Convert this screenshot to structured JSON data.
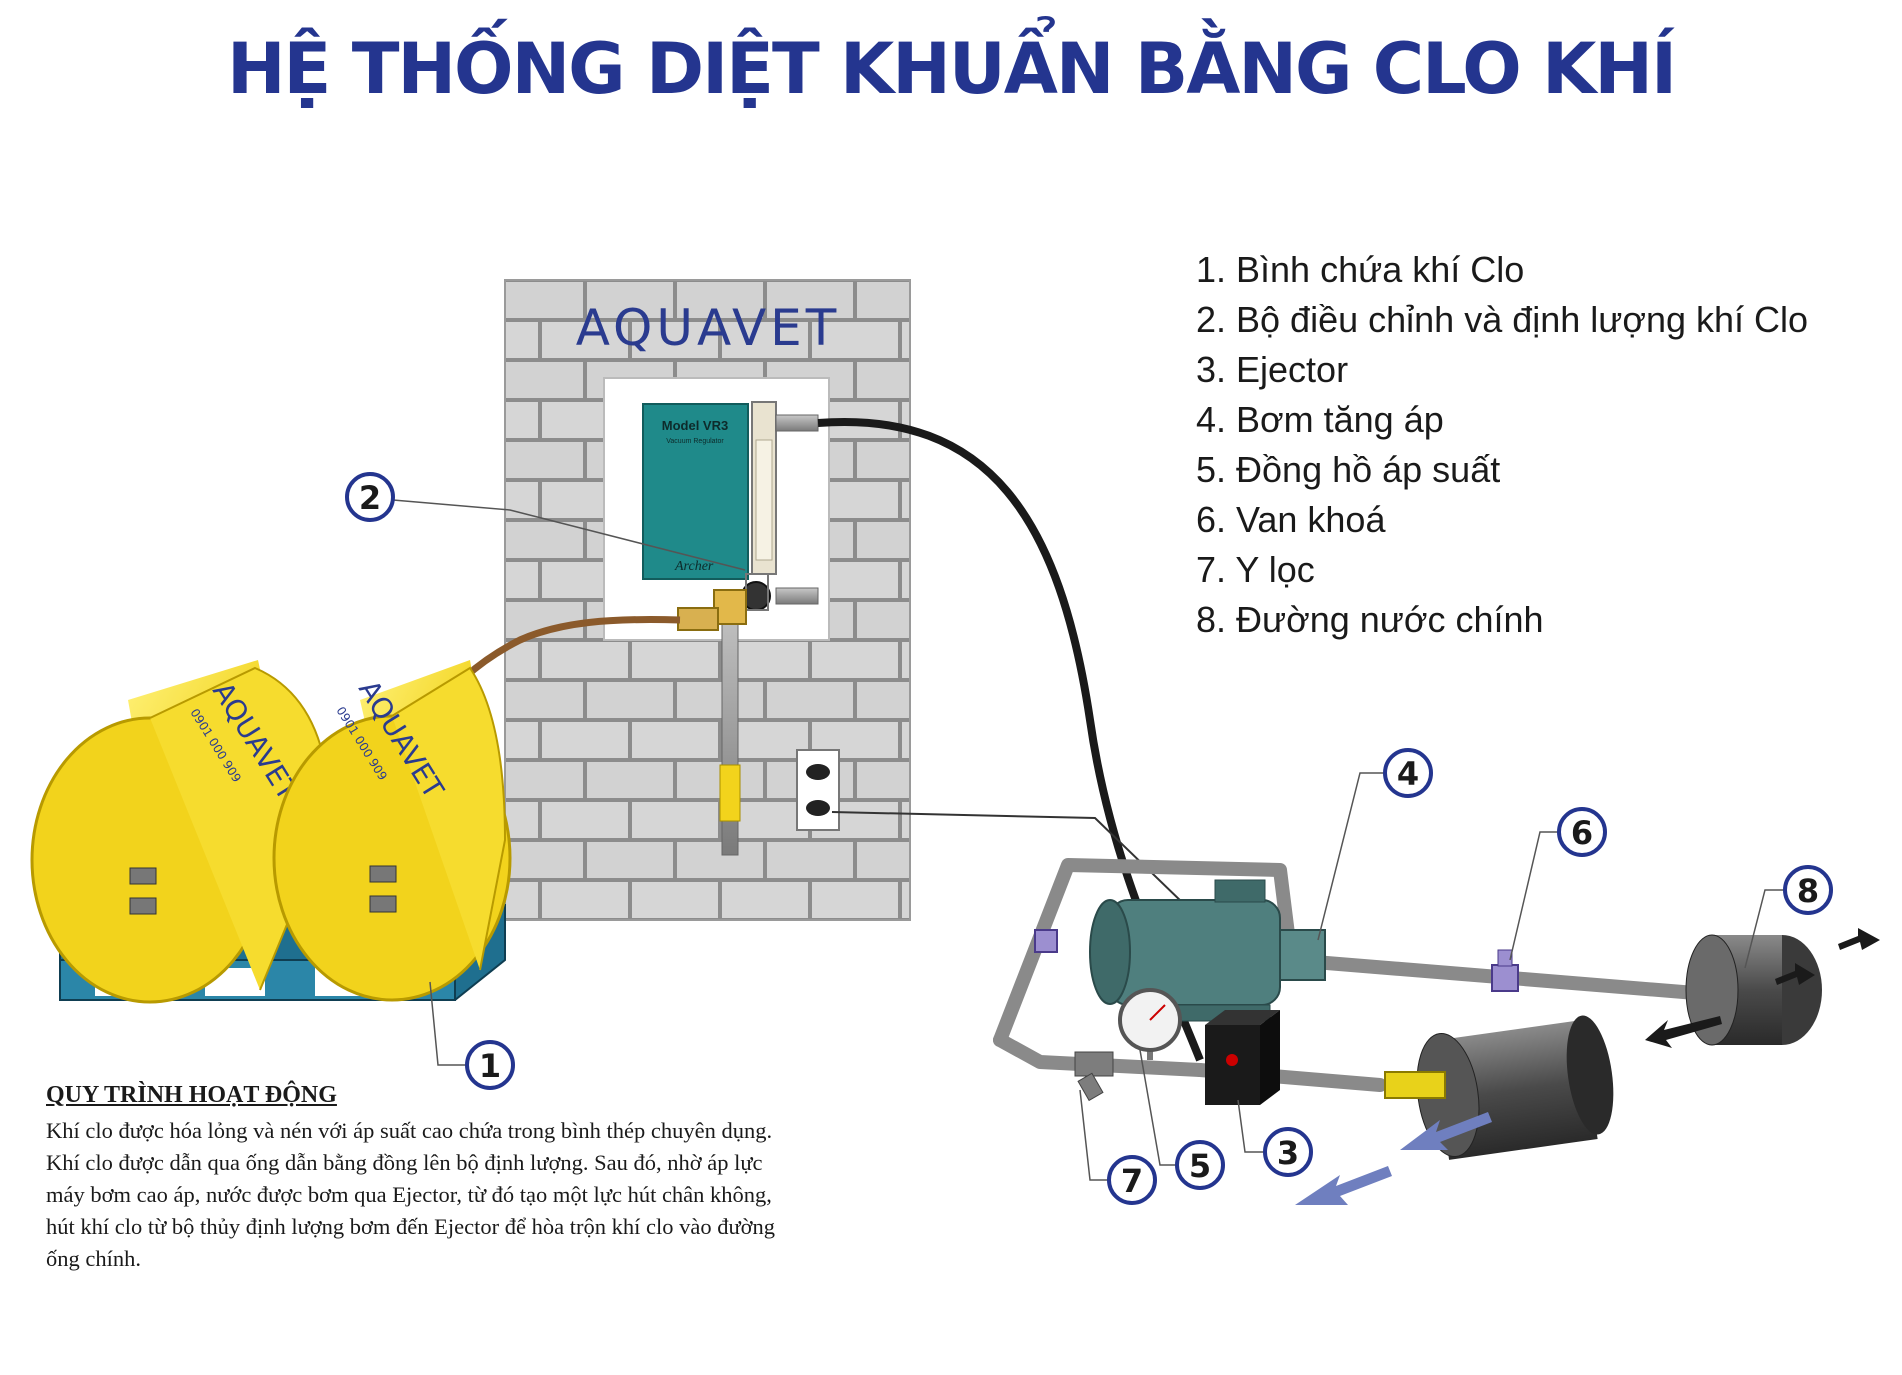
{
  "title": "HỆ THỐNG DIỆT KHUẨN BẰNG CLO KHÍ",
  "brand": {
    "name": "AQUAVET",
    "phone": "0901 000 909",
    "color": "#2a3b8f"
  },
  "legend": [
    "1. Bình chứa khí Clo",
    "2. Bộ điều chỉnh và định lượng khí Clo",
    "3. Ejector",
    "4. Bơm tăng áp",
    "5. Đồng hồ áp suất",
    "6. Van khoá",
    "7. Y lọc",
    "8. Đường nước chính"
  ],
  "regulator": {
    "model": "Model VR3",
    "subtitle": "Vacuum Regulator",
    "maker": "Archer"
  },
  "callouts": [
    "1",
    "2",
    "3",
    "4",
    "5",
    "6",
    "7",
    "8"
  ],
  "process": {
    "title": "QUY TRÌNH HOẠT ĐỘNG",
    "lines": [
      "Khí clo được hóa lỏng và nén với áp suất cao chứa trong bình thép chuyên dụng.",
      "Khí clo được dẫn qua ống dẫn bằng đồng lên bộ định lượng. Sau đó, nhờ áp lực",
      "máy bơm cao áp, nước được bơm qua Ejector, từ đó tạo một lực hút chân không,",
      "hút khí clo từ bộ thủy định lượng bơm đến Ejector để hòa trộn khí clo vào đường",
      "ống chính."
    ]
  },
  "colors": {
    "title": "#24358f",
    "tank": "#f2d31c",
    "pallet": "#1f6f8f",
    "regulator_panel": "#1f8a8a",
    "pump": "#4f7f7e",
    "arrow": "#6f7fbf"
  }
}
